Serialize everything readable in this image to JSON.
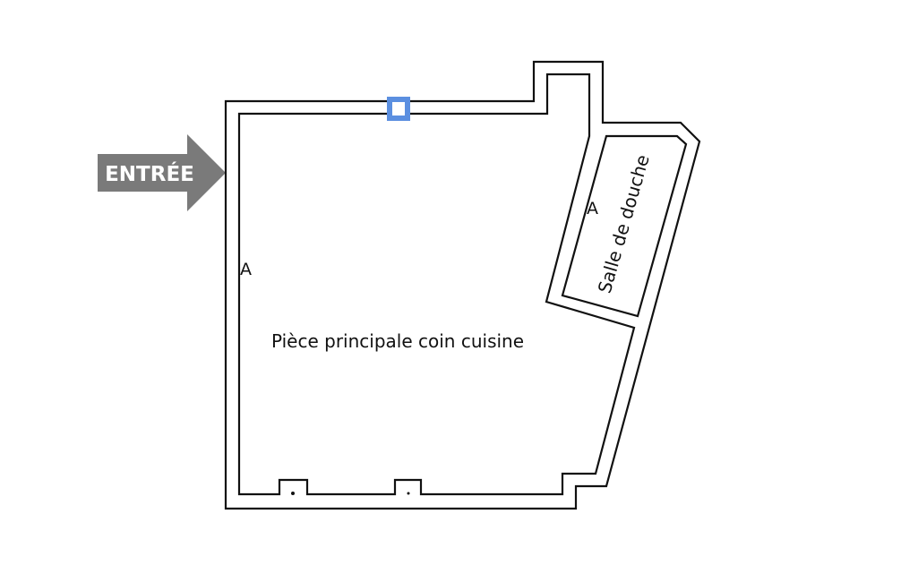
{
  "entrance": {
    "label": "ENTRÉE",
    "color": "#7a7a7a"
  },
  "rooms": {
    "main": "Pièce principale coin cuisine",
    "bathroom": "Salle de douche"
  },
  "markers": {
    "a1": "A",
    "a2": "A"
  },
  "colors": {
    "wall": "#111111",
    "selection": "#5b8fe0"
  }
}
